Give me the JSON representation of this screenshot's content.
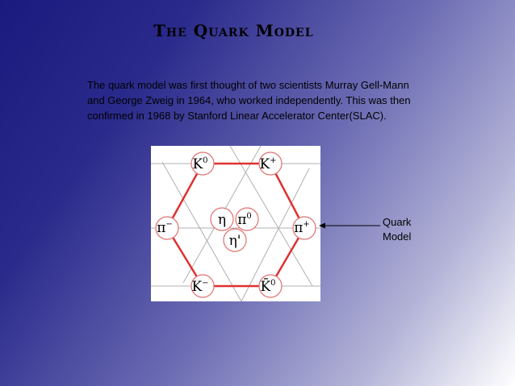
{
  "slide": {
    "title": "The Quark Model",
    "body": "The quark model was first thought of two scientists Murray Gell-Mann and George Zweig in 1964, who worked independently. This was then confirmed in 1968 by Stanford Linear Accelerator Center(SLAC).",
    "callout_line1": "Quark",
    "callout_line2": "Model"
  },
  "diagram": {
    "particles": {
      "k0": "K",
      "k0_sup": "0",
      "kplus": "K",
      "kplus_sup": "+",
      "piminus": "π",
      "piminus_sup": "−",
      "eta": "η",
      "pi0": "π",
      "pi0_sup": "0",
      "etaprime": "η'",
      "piplus": "π",
      "piplus_sup": "+",
      "kminus": "K",
      "kminus_sup": "−",
      "k0bar": "K̄",
      "k0bar_sup": "0"
    },
    "colors": {
      "hexagon": "#e03030",
      "circle_stroke": "#e07070",
      "grid": "#b0b0b0"
    }
  }
}
